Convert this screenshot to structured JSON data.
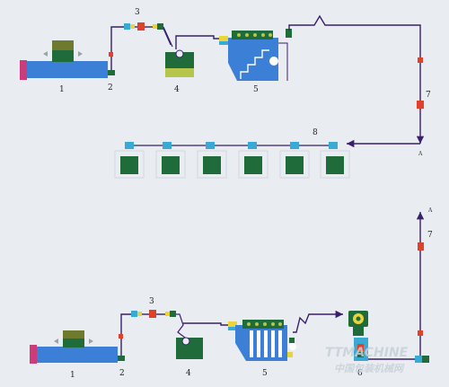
{
  "colors": {
    "background": "#e9edf1",
    "pipe": "#3a1f6e",
    "tank_blue": "#3b7fd6",
    "tank_green": "#1f6b3a",
    "olive": "#6e7a2e",
    "yellow_green": "#b6c64a",
    "valve_red": "#e0412b",
    "valve_blue": "#39a9d6",
    "valve_yellow": "#e9d43a",
    "cap_magenta": "#cc3b7a",
    "watermark": "#c8d0d8"
  },
  "top_line": {
    "labels": {
      "mixer": "1",
      "inlet": "2",
      "valves": "3",
      "buffer_tank": "4",
      "cascade_tank": "5",
      "riser": "7",
      "filler_bank": "8",
      "point": "A"
    }
  },
  "bottom_line": {
    "labels": {
      "mixer": "1",
      "inlet": "2",
      "valves": "3",
      "buffer_tank": "4",
      "cascade_tank": "5",
      "pump_unit": "6",
      "riser": "7",
      "point": "A"
    }
  },
  "watermark": {
    "line1": "TTMACHINE",
    "line2": "中国包装机械网"
  }
}
